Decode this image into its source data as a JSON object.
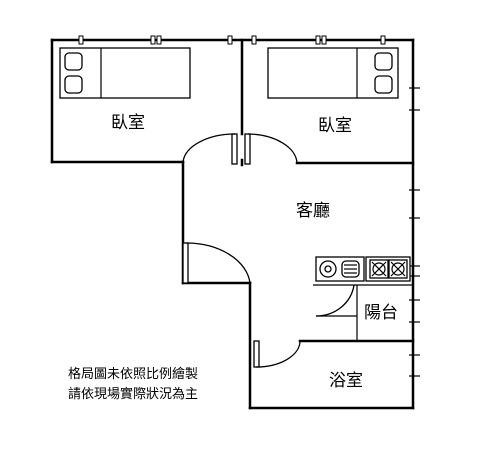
{
  "rooms": {
    "bedroom_left": "臥室",
    "bedroom_right": "臥室",
    "living_room": "客廳",
    "balcony": "陽台",
    "bathroom": "浴室"
  },
  "note": {
    "line1": "格局圖未依照比例繪製",
    "line2": "請依現場實際狀況為主"
  }
}
